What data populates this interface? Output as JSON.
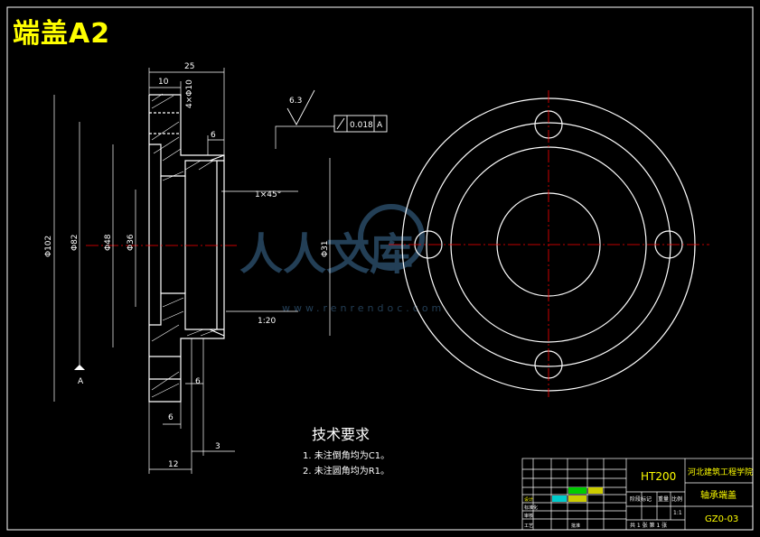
{
  "title": "端盖A2",
  "dims": {
    "d25": "25",
    "d10": "10",
    "d4x6": "4×Φ10",
    "d6_top": "6",
    "roughness": "6.3",
    "tolerance_value": "0.018",
    "datum_ref": "A",
    "chamfer": "1×45°",
    "phi102": "Φ102",
    "phi82": "Φ82",
    "phi48": "Φ48",
    "phi36": "Φ36",
    "phi31": "Φ31",
    "taper": "1:20",
    "datum_label": "A",
    "d6_a": "6",
    "d6_b": "6",
    "d3": "3",
    "d12": "12"
  },
  "notes": {
    "heading": "技术要求",
    "items": [
      "1. 未注倒角均为C1。",
      "2. 未注圆角均为R1。"
    ]
  },
  "title_block": {
    "material": "HT200",
    "school": "河北建筑工程学院",
    "part_name": "轴承端盖",
    "drawing_no": "GZ0-03",
    "sheet_info": "共 1 张  第 1 张",
    "stage_label": "阶段标记",
    "weight_label": "重量",
    "scale_label": "比例",
    "scale_value": "1:1",
    "design_label": "设计",
    "process_label": "工艺",
    "check_label": "审核",
    "approve_label": "批准",
    "std_label": "标准化"
  },
  "watermark": {
    "text": "人人文库",
    "url": "www.renrendoc.com"
  },
  "colors": {
    "line": "#ffffff",
    "center": "#ff0000",
    "dim": "#ffffff",
    "title": "#ffff00",
    "watermark": "#2a4a66"
  }
}
